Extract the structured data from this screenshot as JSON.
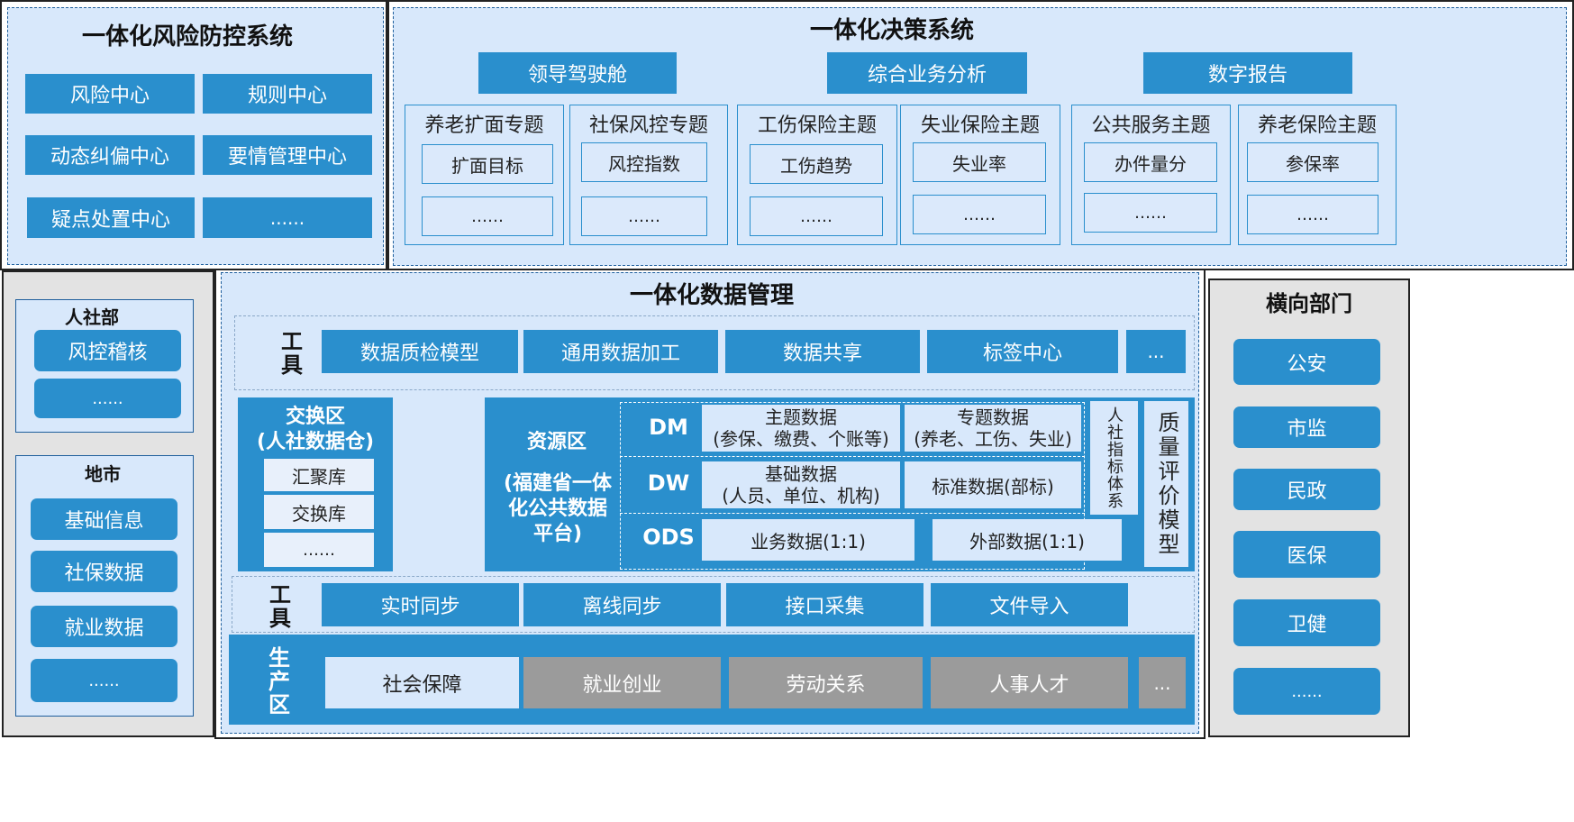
{
  "risk": {
    "title": "一体化风险防控系统",
    "items": [
      "风险中心",
      "规则中心",
      "动态纠偏中心",
      "要情管理中心",
      "疑点处置中心",
      "......"
    ]
  },
  "decision": {
    "title": "一体化决策系统",
    "heads": [
      "领导驾驶舱",
      "综合业务分析",
      "数字报告"
    ],
    "topics": [
      {
        "title": "养老扩面专题",
        "item": "扩面目标",
        "more": "……"
      },
      {
        "title": "社保风控专题",
        "item": "风控指数",
        "more": "……"
      },
      {
        "title": "工伤保险主题",
        "item": "工伤趋势",
        "more": "……"
      },
      {
        "title": "失业保险主题",
        "item": "失业率",
        "more": "……"
      },
      {
        "title": "公共服务主题",
        "item": "办件量分",
        "more": "……"
      },
      {
        "title": "养老保险主题",
        "item": "参保率",
        "more": "……"
      }
    ]
  },
  "left": {
    "rsb_title": "人社部",
    "rsb_items": [
      "风控稽核",
      "......"
    ],
    "ds_title": "地市",
    "ds_items": [
      "基础信息",
      "社保数据",
      "就业数据",
      "......"
    ]
  },
  "right": {
    "title": "横向部门",
    "items": [
      "公安",
      "市监",
      "民政",
      "医保",
      "卫健",
      "......"
    ]
  },
  "data_mgmt": {
    "title": "一体化数据管理",
    "tools_label": "工具",
    "tools_top": [
      "数据质检模型",
      "通用数据加工",
      "数据共享",
      "标签中心",
      "..."
    ],
    "exchange_title": "交换区\n(人社数据仓)",
    "exchange_items": [
      "汇聚库",
      "交换库",
      "……"
    ],
    "resource_title": "资源区",
    "resource_sub": "(福建省一体化公共数据平台)",
    "layers": {
      "dm": {
        "label": "DM",
        "a": "主题数据\n(参保、缴费、个账等)",
        "b": "专题数据\n(养老、工伤、失业)"
      },
      "dw": {
        "label": "DW",
        "a": "基础数据\n(人员、单位、机构)",
        "b": "标准数据(部标)"
      },
      "ods": {
        "label": "ODS",
        "a": "业务数据(1:1)",
        "b": "外部数据(1:1)"
      }
    },
    "indicator": "人社指标体系",
    "quality": "质量评价模型",
    "tools_bottom": [
      "实时同步",
      "离线同步",
      "接口采集",
      "文件导入"
    ],
    "prod_label": "生产区",
    "prod_items": [
      "社会保障",
      "就业创业",
      "劳动关系",
      "人事人才",
      "..."
    ]
  }
}
